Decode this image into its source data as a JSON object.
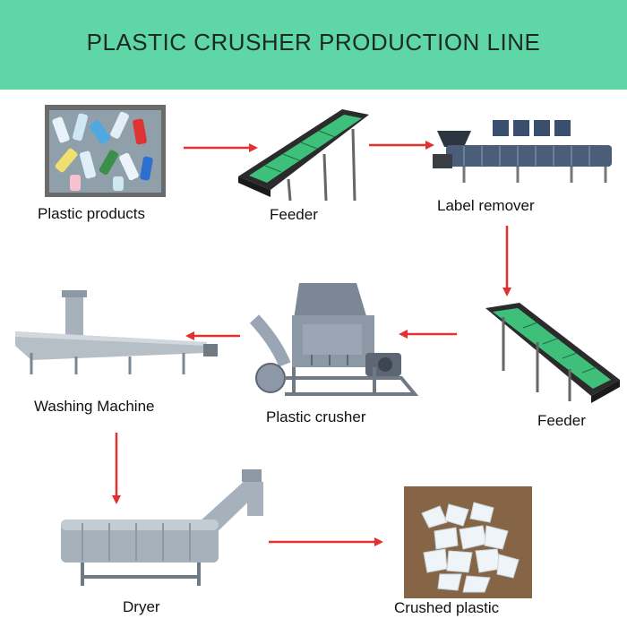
{
  "title": "PLASTIC CRUSHER PRODUCTION LINE",
  "steps": [
    {
      "label": "Plastic products"
    },
    {
      "label": "Feeder"
    },
    {
      "label": "Label remover"
    },
    {
      "label": "Feeder"
    },
    {
      "label": "Plastic crusher"
    },
    {
      "label": "Washing Machine"
    },
    {
      "label": "Dryer"
    },
    {
      "label": "Crushed plastic"
    }
  ],
  "colors": {
    "header": "#5fd6a5",
    "arrow": "#e53030",
    "belt": "#3fc07a",
    "machine": "#8c98a6"
  }
}
